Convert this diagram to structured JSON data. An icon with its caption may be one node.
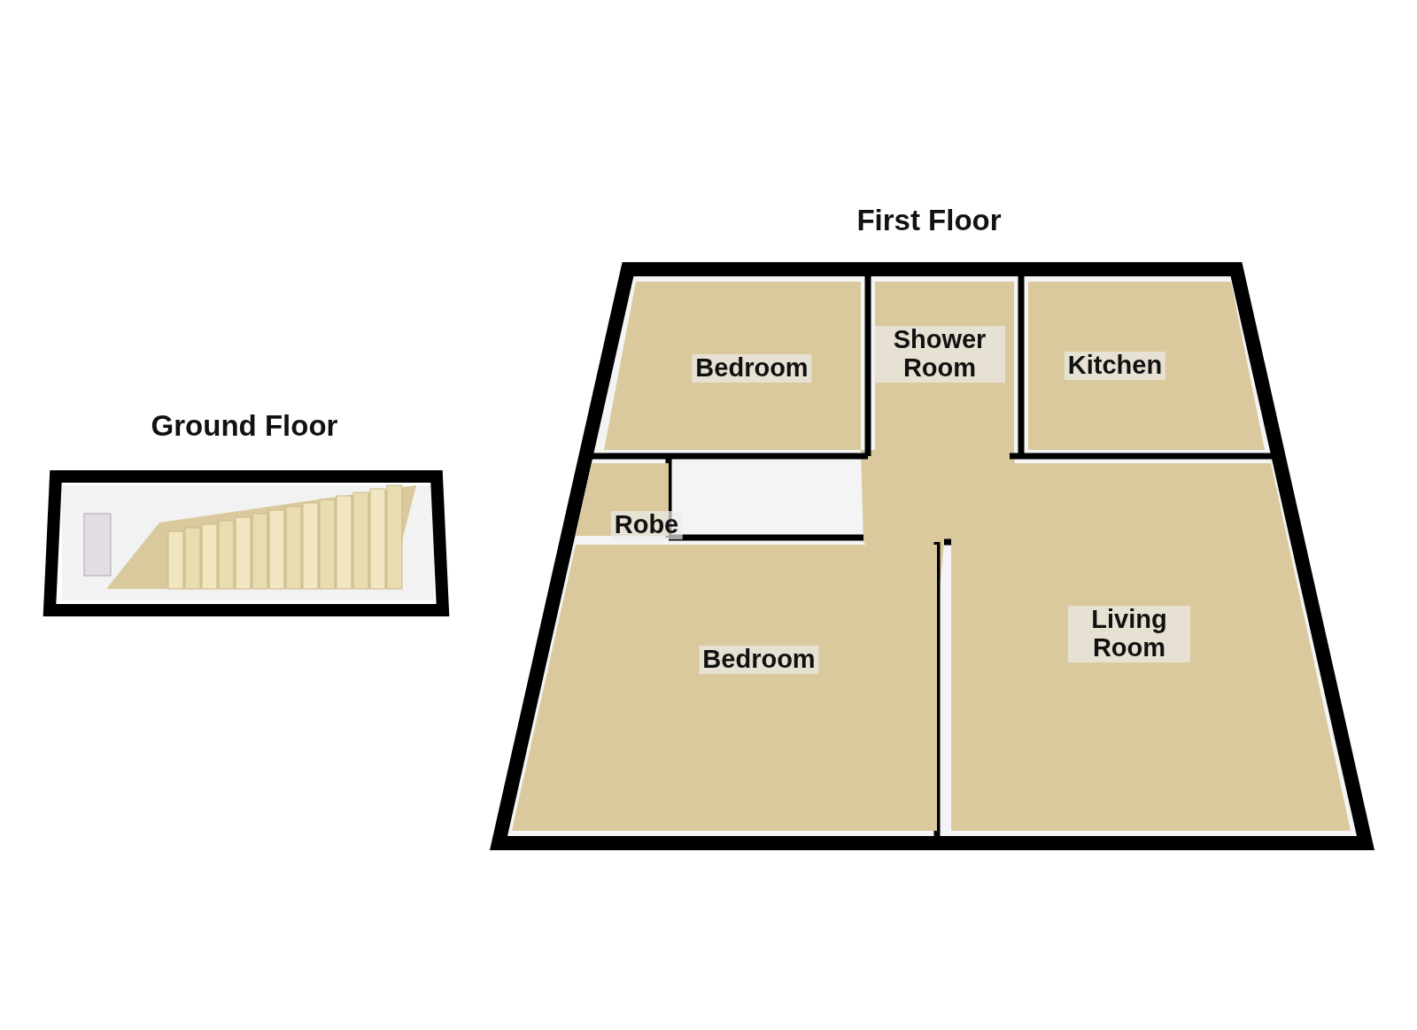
{
  "diagram": {
    "nodes": [
      {
        "text": [
          "Ground Floor"
        ]
      },
      {
        "text": [
          "First Floor"
        ]
      },
      {
        "text": [
          "Bedroom"
        ],
        "in": 1
      },
      {
        "text": [
          "Shower Room"
        ],
        "in": 1
      },
      {
        "text": [
          "Kitchen"
        ],
        "in": 1
      },
      {
        "text": [
          "Robe"
        ],
        "in": 1
      },
      {
        "text": [
          "Bedroom"
        ],
        "in": 1
      },
      {
        "text": [
          "Living Room"
        ],
        "in": 1
      }
    ]
  }
}
